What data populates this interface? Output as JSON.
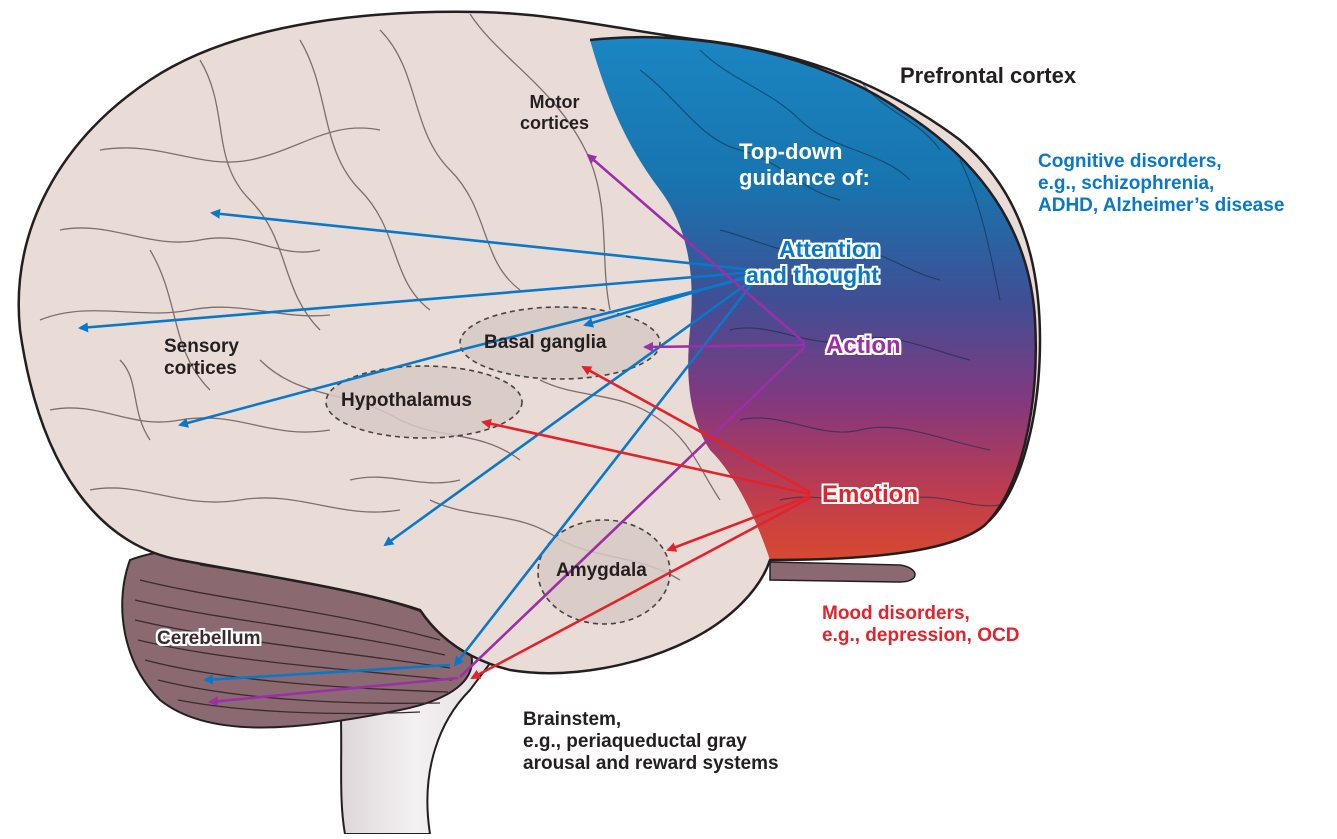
{
  "title": "Prefrontal cortex",
  "pfc": {
    "line1": "Top-down",
    "line2": "guidance of:",
    "attention1": "Attention",
    "attention2": "and thought",
    "action": "Action",
    "emotion": "Emotion"
  },
  "regions": {
    "motor1": "Motor",
    "motor2": "cortices",
    "sensory1": "Sensory",
    "sensory2": "cortices",
    "basal": "Basal ganglia",
    "hypo": "Hypothalamus",
    "amygdala": "Amygdala",
    "cerebellum": "Cerebellum"
  },
  "brainstem": {
    "line1": "Brainstem,",
    "line2": "e.g., periaqueductal gray",
    "line3": "arousal and reward systems"
  },
  "cognitive": {
    "line1": "Cognitive disorders,",
    "line2": "e.g., schizophrenia,",
    "line3": "ADHD, Alzheimer’s disease"
  },
  "mood": {
    "line1": "Mood disorders,",
    "line2": "e.g., depression, OCD"
  },
  "colors": {
    "attention": "#0a78c8",
    "action": "#9b2fa6",
    "emotion": "#e3232c",
    "brain": "#e9dcd6",
    "cerebellum": "#8a6a70"
  }
}
